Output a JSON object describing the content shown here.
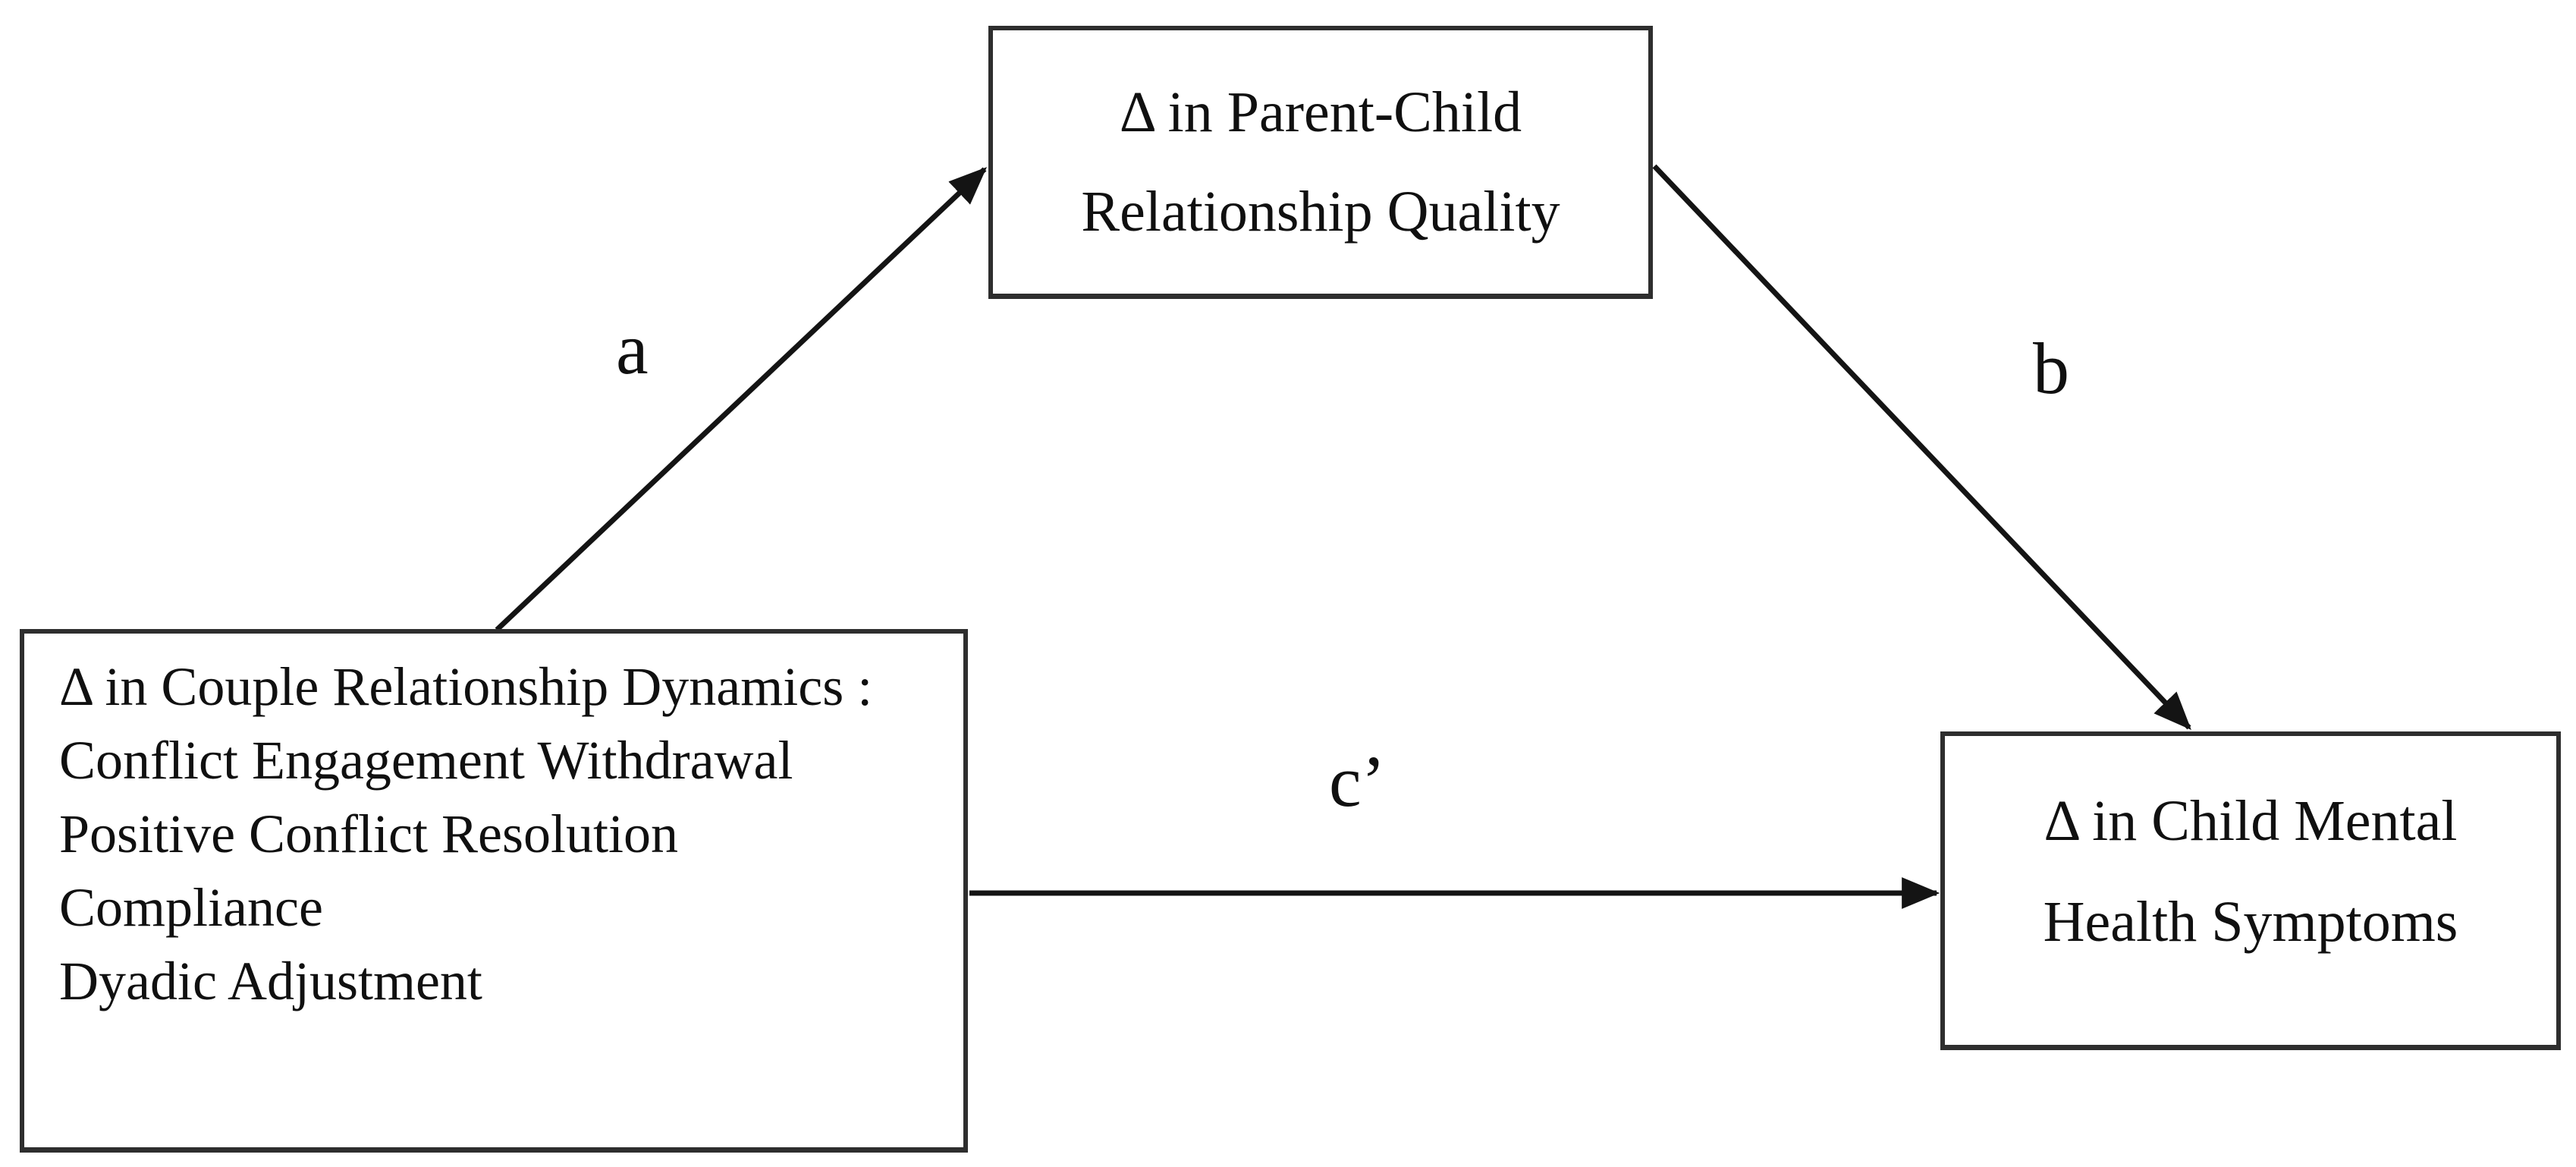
{
  "figure": {
    "type": "mediation-path-diagram",
    "background": "#ffffff",
    "colors": {
      "arrow": "#141414",
      "box_border": "#2e2e2e",
      "text": "#101010"
    },
    "boxes": {
      "predictor": {
        "lines": [
          "Δ in Couple Relationship Dynamics :",
          "Conflict Engagement Withdrawal",
          "Positive Conflict Resolution",
          "Compliance",
          "Dyadic Adjustment"
        ]
      },
      "mediator": {
        "lines": [
          "Δ in Parent-Child",
          "Relationship Quality"
        ]
      },
      "outcome": {
        "lines": [
          "Δ in Child Mental",
          "Health Symptoms"
        ]
      }
    },
    "paths": [
      {
        "label": "a",
        "from": "predictor",
        "to": "mediator"
      },
      {
        "label": "b",
        "from": "mediator",
        "to": "outcome"
      },
      {
        "label": "c’",
        "from": "predictor",
        "to": "outcome"
      }
    ]
  }
}
